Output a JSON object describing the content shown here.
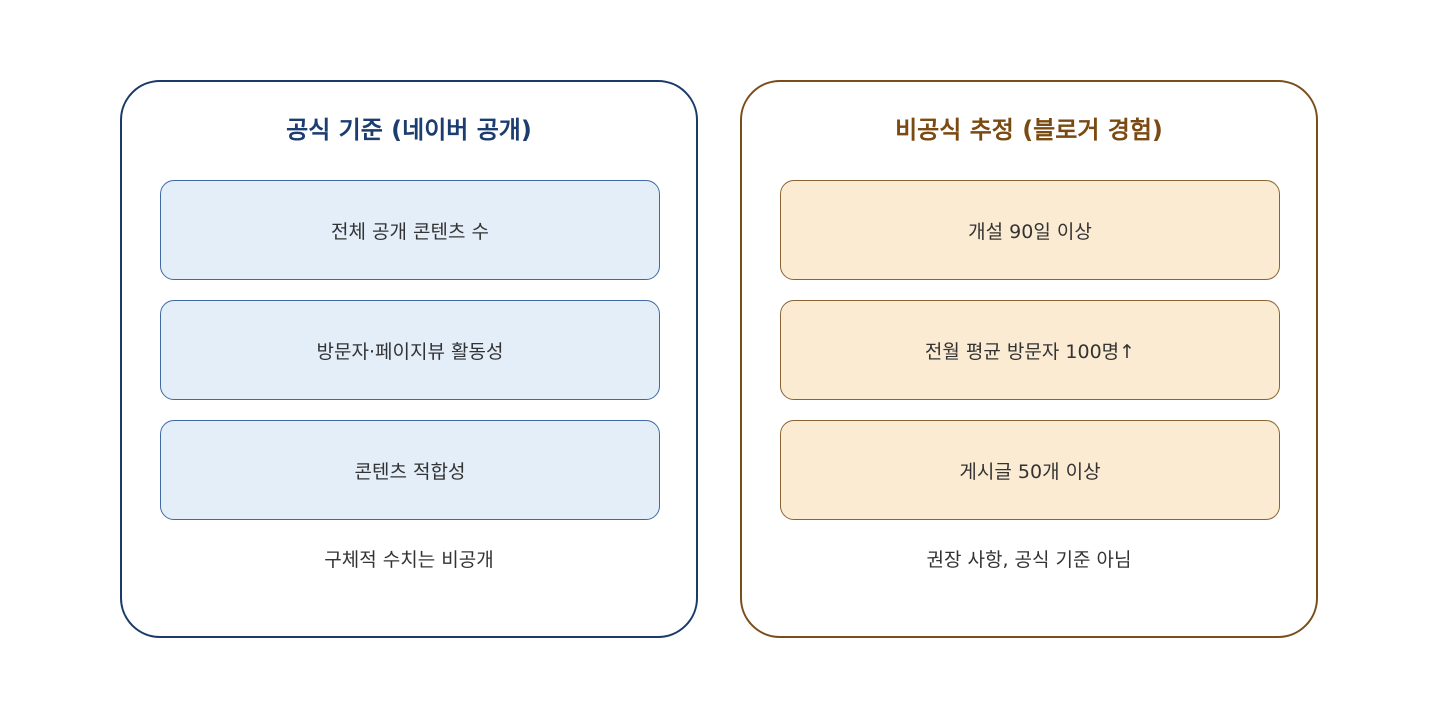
{
  "official": {
    "title": "공식 기준 (네이버 공개)",
    "items": [
      "전체 공개 콘텐츠 수",
      "방문자·페이지뷰 활동성",
      "콘텐츠 적합성"
    ],
    "note": "구체적 수치는 비공개",
    "border_color": "#1a3a68",
    "title_color": "#1c3d70",
    "item_fill": "#e3eef9"
  },
  "unofficial": {
    "title": "비공식 추정 (블로거 경험)",
    "items": [
      "개설 90일 이상",
      "전월 평균 방문자 100명↑",
      "게시글 50개 이상"
    ],
    "note": "권장 사항, 공식 기준 아님",
    "border_color": "#7a4e1a",
    "title_color": "#7a4a12",
    "item_fill": "#fbebd3"
  }
}
